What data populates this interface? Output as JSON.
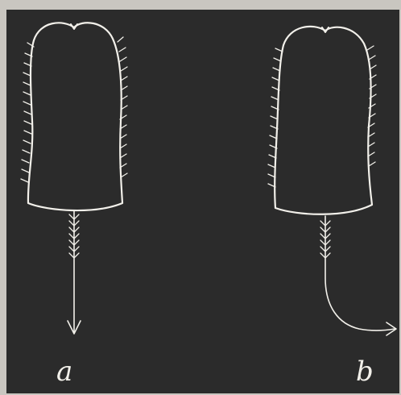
{
  "figure": {
    "panels": [
      {
        "id": "a",
        "label": "a",
        "flagellum": "straight"
      },
      {
        "id": "b",
        "label": "b",
        "flagellum": "curved"
      }
    ],
    "colors": {
      "background": "#2b2b2b",
      "outline": "#f2f0ea",
      "margin": "#c9c6c0"
    }
  }
}
